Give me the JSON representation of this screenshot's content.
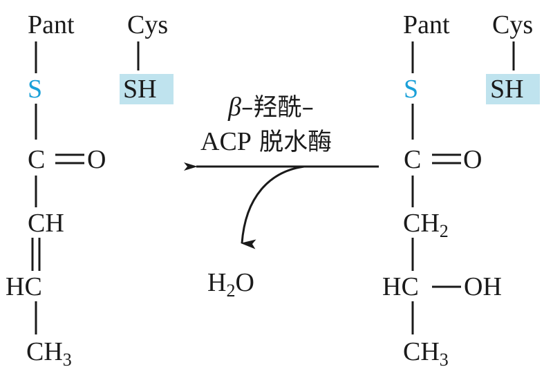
{
  "product": {
    "pant": "Pant",
    "cys": "Cys",
    "s": "S",
    "sh": "SH",
    "c": "C",
    "o": "O",
    "ch": "CH",
    "hc": "HC",
    "ch3_main": "CH",
    "ch3_sub": "3"
  },
  "substrate": {
    "pant": "Pant",
    "cys": "Cys",
    "s": "S",
    "sh": "SH",
    "c": "C",
    "o": "O",
    "ch2_main": "CH",
    "ch2_sub": "2",
    "hc": "HC",
    "oh": "OH",
    "ch3_main": "CH",
    "ch3_sub": "3"
  },
  "enzyme": {
    "beta": "β",
    "line1_rest": "–羟酰–",
    "acp": "ACP",
    "line2_rest": "脱水酶"
  },
  "byproduct": {
    "h": "H",
    "sub": "2",
    "o": "O"
  },
  "colors": {
    "sulfur": "#1aa0d8",
    "sh_highlight": "#bfe3ee",
    "ink": "#1a1a1a"
  }
}
